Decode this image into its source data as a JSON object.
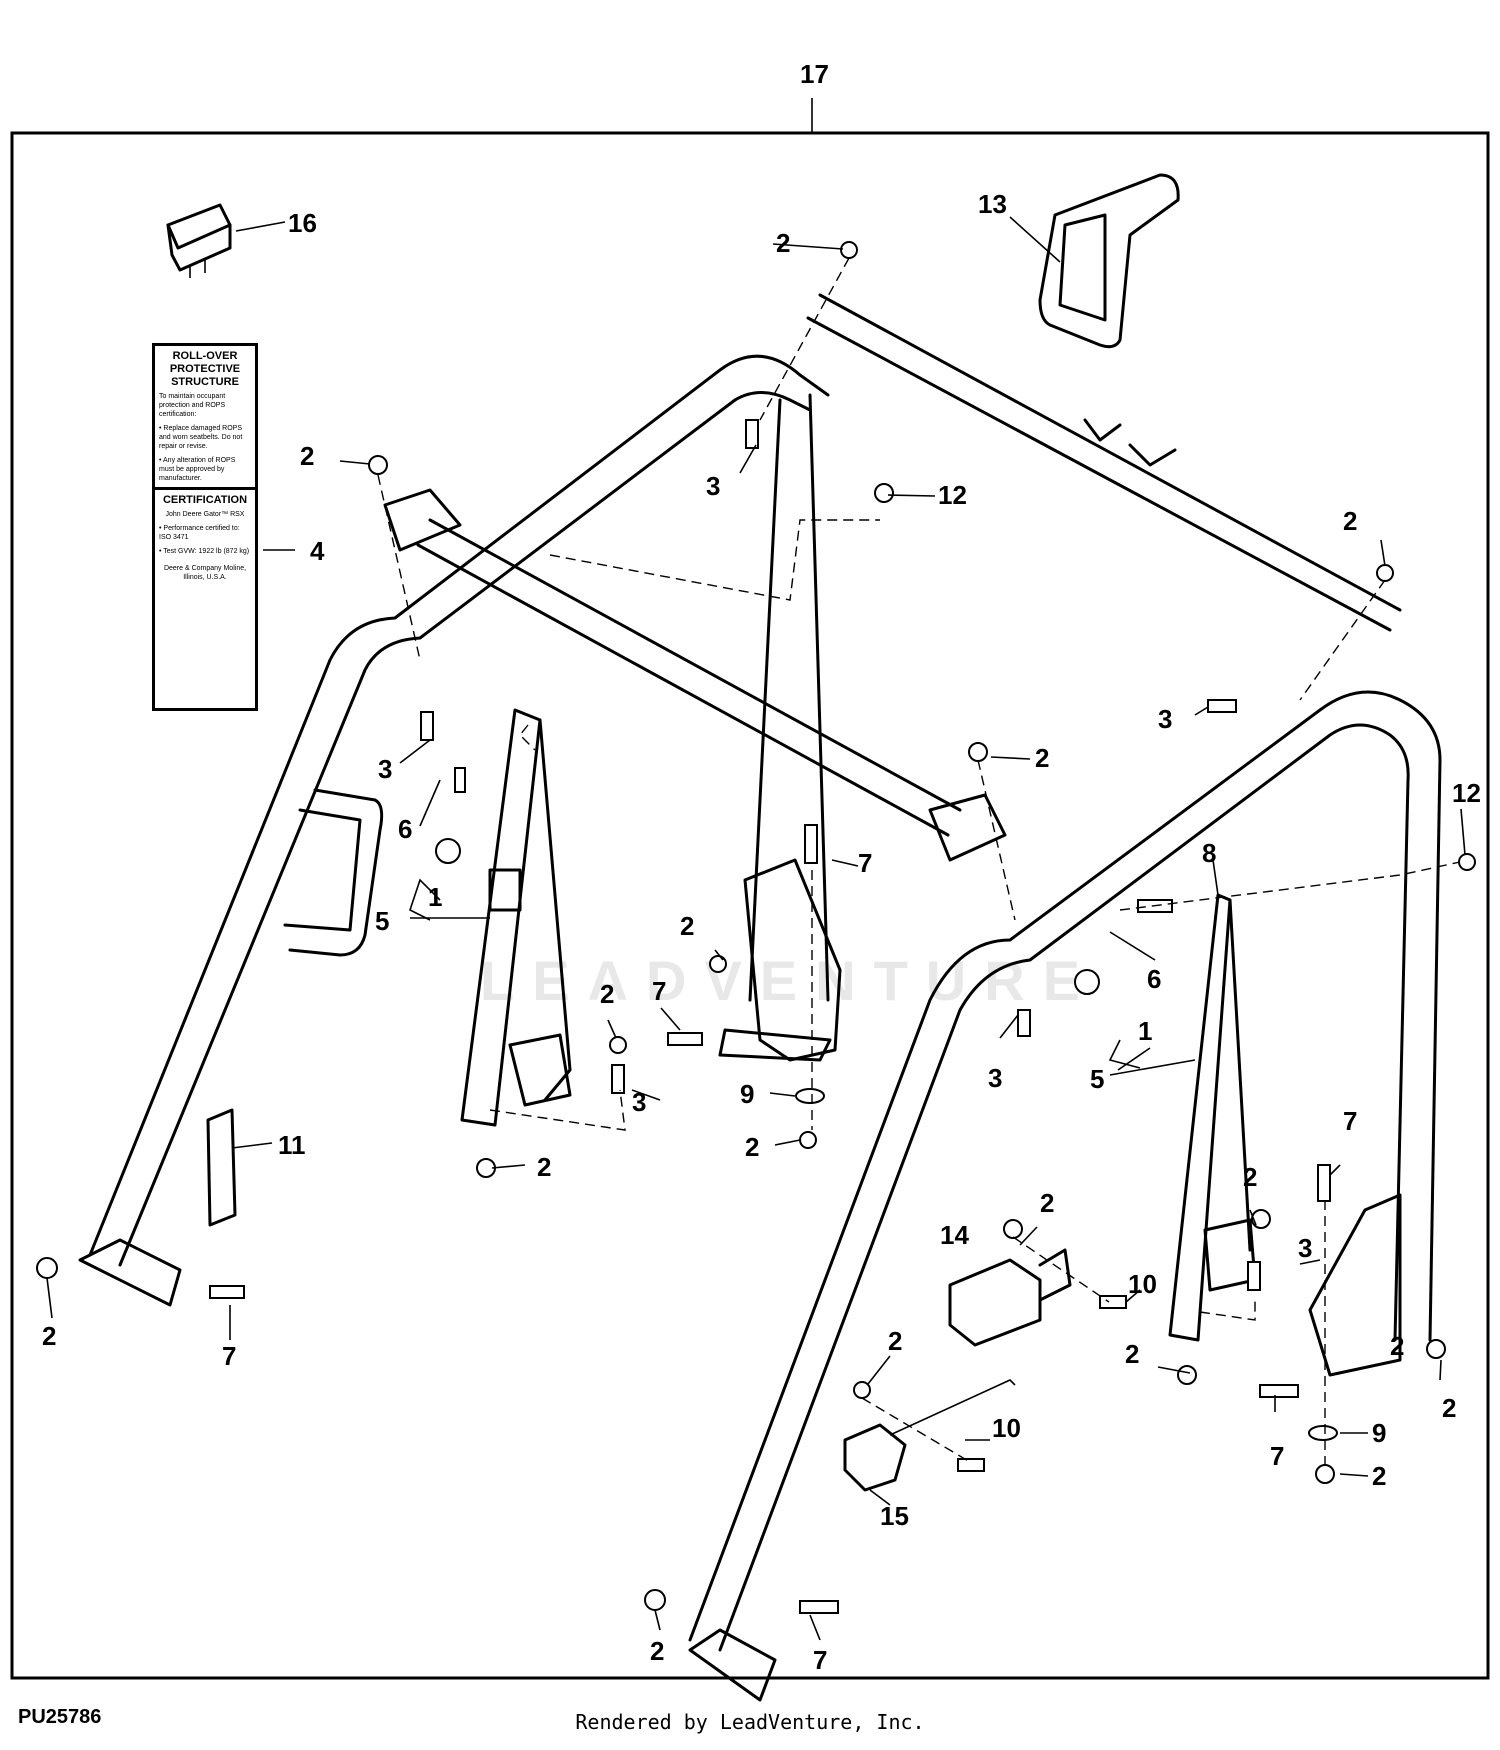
{
  "diagram": {
    "assembly_callout": "17",
    "callouts": {
      "c1a": "1",
      "c1b": "1",
      "c2a": "2",
      "c2b": "2",
      "c2c": "2",
      "c2d": "2",
      "c2e": "2",
      "c2f": "2",
      "c2g": "2",
      "c2h": "2",
      "c2i": "2",
      "c2j": "2",
      "c2k": "2",
      "c2l": "2",
      "c2m": "2",
      "c2n": "2",
      "c2o": "2",
      "c2p": "2",
      "c2q": "2",
      "c3a": "3",
      "c3b": "3",
      "c3c": "3",
      "c3d": "3",
      "c3e": "3",
      "c3f": "3",
      "c4": "4",
      "c5a": "5",
      "c5b": "5",
      "c6a": "6",
      "c6b": "6",
      "c7a": "7",
      "c7b": "7",
      "c7c": "7",
      "c7d": "7",
      "c7e": "7",
      "c7f": "7",
      "c8": "8",
      "c9a": "9",
      "c9b": "9",
      "c10a": "10",
      "c10b": "10",
      "c11": "11",
      "c12a": "12",
      "c12b": "12",
      "c13": "13",
      "c14": "14",
      "c15": "15",
      "c16": "16"
    }
  },
  "decal": {
    "title": "ROLL-OVER PROTECTIVE STRUCTURE",
    "intro": "To maintain occupant protection and ROPS certification:",
    "bullet1": "• Replace damaged ROPS and worn seatbelts. Do not repair or revise.",
    "bullet2": "• Any alteration of ROPS must be approved by manufacturer.",
    "cert_title": "CERTIFICATION",
    "model": "John Deere Gator™ RSX",
    "bullet3": "• Performance certified to: ISO 3471",
    "bullet4": "• Test GVW: 1922 lb (872 kg)",
    "maker": "Deere & Company Moline, Illinois, U.S.A."
  },
  "footer": {
    "figure_id": "PU25786",
    "credit": "Rendered by LeadVenture, Inc."
  },
  "watermark": "LEADVENTURE"
}
